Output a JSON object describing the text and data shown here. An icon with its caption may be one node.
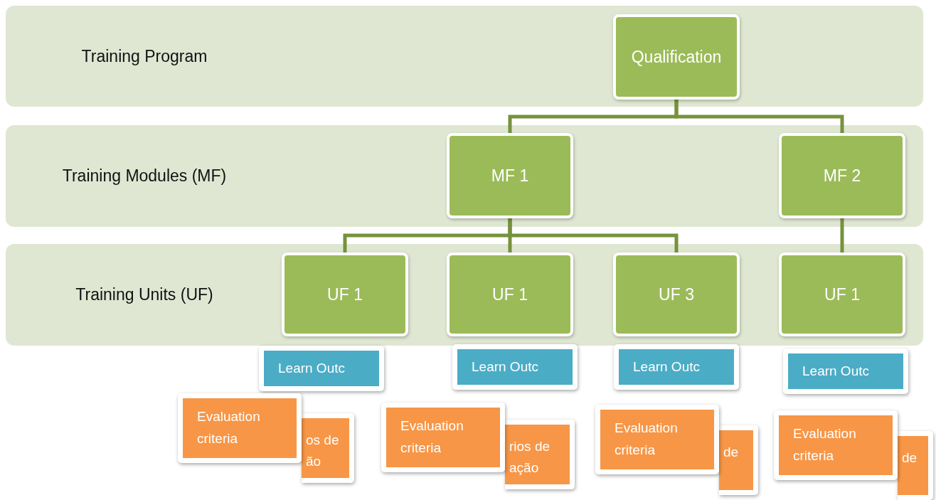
{
  "diagram": {
    "nodes": [
      {
        "text": [
          "Training Program"
        ]
      },
      {
        "text": [
          "Qualification"
        ],
        "in": 0
      },
      {
        "text": [
          "Training Modules (MF)"
        ]
      },
      {
        "text": [
          "MF 1"
        ],
        "in": 2
      },
      {
        "text": [
          "MF 2"
        ],
        "in": 2
      },
      {
        "text": [
          "Training Units (UF)"
        ]
      },
      {
        "text": [
          "UF 1"
        ],
        "in": 5
      },
      {
        "text": [
          "UF 1"
        ],
        "in": 5
      },
      {
        "text": [
          "UF 3"
        ],
        "in": 5
      },
      {
        "text": [
          "UF 1"
        ],
        "in": 5
      },
      {
        "text": [
          "Learn Outc"
        ]
      },
      {
        "text": [
          "Learn Outc"
        ]
      },
      {
        "text": [
          "Learn Outc"
        ]
      },
      {
        "text": [
          "Learn Outc"
        ]
      },
      {
        "text": [
          "os de",
          "ão"
        ]
      },
      {
        "text": [
          "Evaluation criteria"
        ]
      },
      {
        "text": [
          "rios de",
          "ação"
        ]
      },
      {
        "text": [
          "Evaluation criteria"
        ]
      },
      {
        "text": [
          "de"
        ]
      },
      {
        "text": [
          "Evaluation criteria"
        ]
      },
      {
        "text": [
          "de"
        ]
      },
      {
        "text": [
          "Evaluation criteria"
        ]
      }
    ],
    "edges": [
      {
        "from": 1,
        "to": 3,
        "arrow": "none"
      },
      {
        "from": 1,
        "to": 4,
        "arrow": "none"
      },
      {
        "from": 3,
        "to": 6,
        "arrow": "none"
      },
      {
        "from": 3,
        "to": 7,
        "arrow": "none"
      },
      {
        "from": 3,
        "to": 8,
        "arrow": "none"
      },
      {
        "from": 4,
        "to": 9,
        "arrow": "none"
      }
    ]
  }
}
